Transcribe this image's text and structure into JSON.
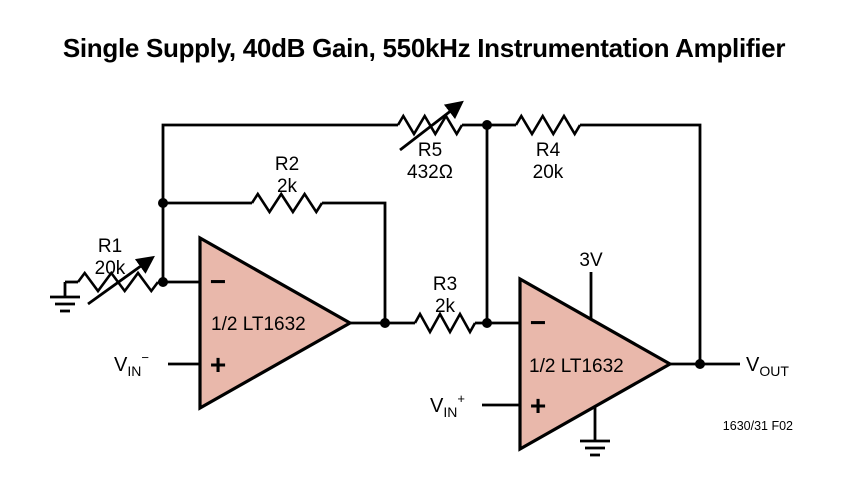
{
  "title": "Single Supply, 40dB Gain, 550kHz Instrumentation Amplifier",
  "figure_ref": "1630/31 F02",
  "colors": {
    "opamp_fill": "#e9b8ab",
    "line": "#000000"
  },
  "components": {
    "r1": {
      "name": "R1",
      "value": "20k",
      "variable": true
    },
    "r2": {
      "name": "R2",
      "value": "2k",
      "variable": false
    },
    "r3": {
      "name": "R3",
      "value": "2k",
      "variable": false
    },
    "r4": {
      "name": "R4",
      "value": "20k",
      "variable": false
    },
    "r5": {
      "name": "R5",
      "value": "432Ω",
      "variable": true
    },
    "opamp1": {
      "label": "1/2 LT1632",
      "minus": "−",
      "plus": "+"
    },
    "opamp2": {
      "label": "1/2 LT1632",
      "minus": "−",
      "plus": "+"
    },
    "supply": {
      "label": "3V"
    }
  },
  "ports": {
    "vin_minus": {
      "base": "V",
      "sub": "IN",
      "sup": "−"
    },
    "vin_plus": {
      "base": "V",
      "sub": "IN",
      "sup": "+"
    },
    "vout": {
      "base": "V",
      "sub": "OUT"
    }
  }
}
